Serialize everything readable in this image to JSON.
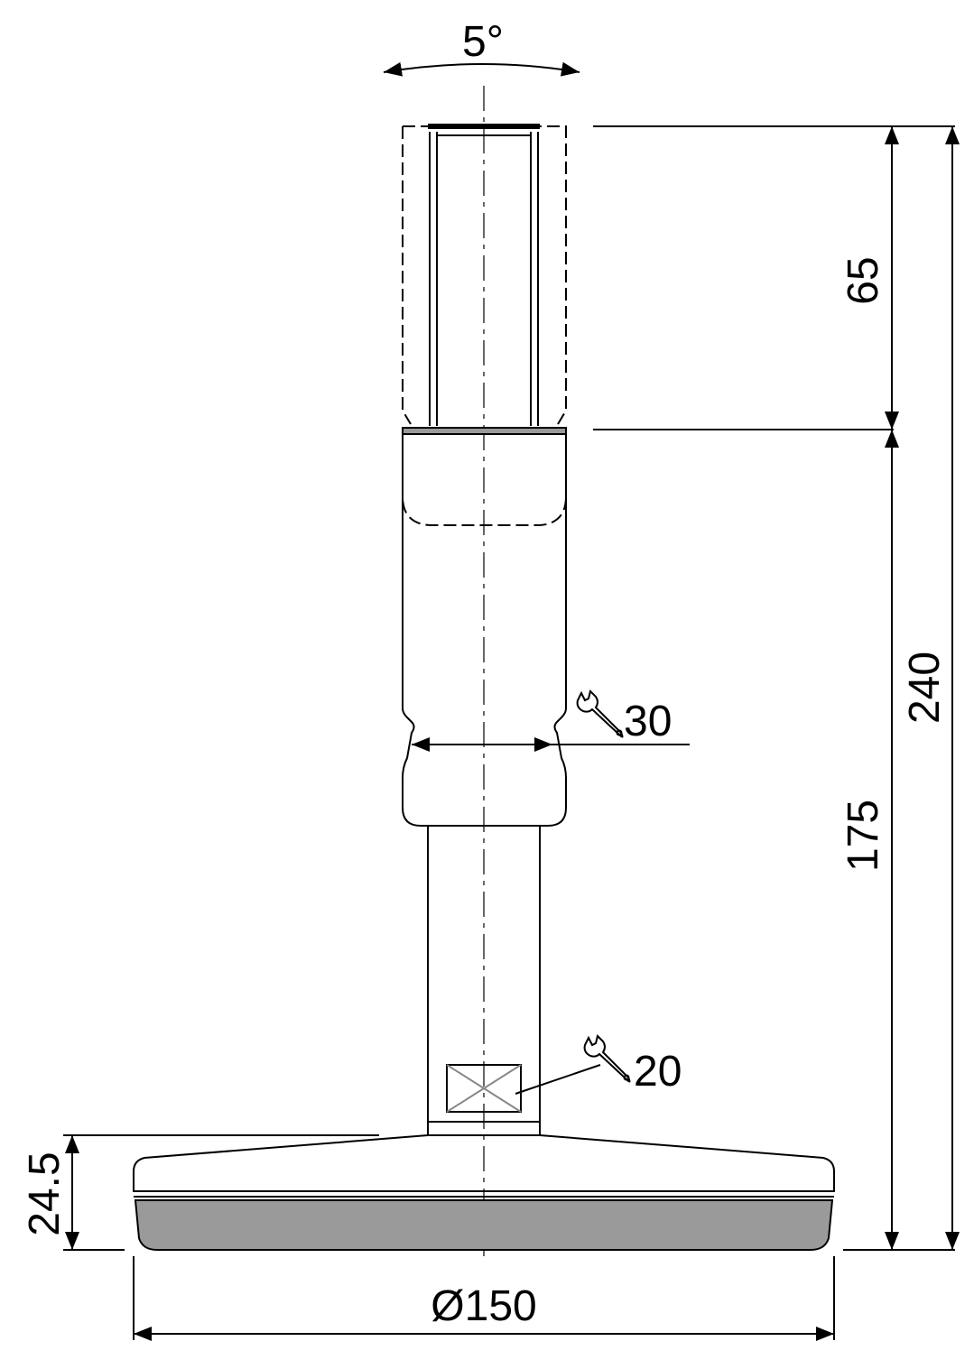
{
  "drawing": {
    "angle_label": "5°",
    "dim_adjust_label": "65",
    "dim_base_height_label": "175",
    "dim_total_height_label": "240",
    "dim_foot_height_label": "24.5",
    "dim_diameter_label": "Ø150",
    "wrench_upper_label": "30",
    "wrench_lower_label": "20"
  },
  "colors": {
    "line": "#000000",
    "centerline": "#666666",
    "pad_fill": "#9a9a9a",
    "square_cross": "#888888"
  },
  "icons": [
    "wrench-icon",
    "wrench-icon"
  ]
}
